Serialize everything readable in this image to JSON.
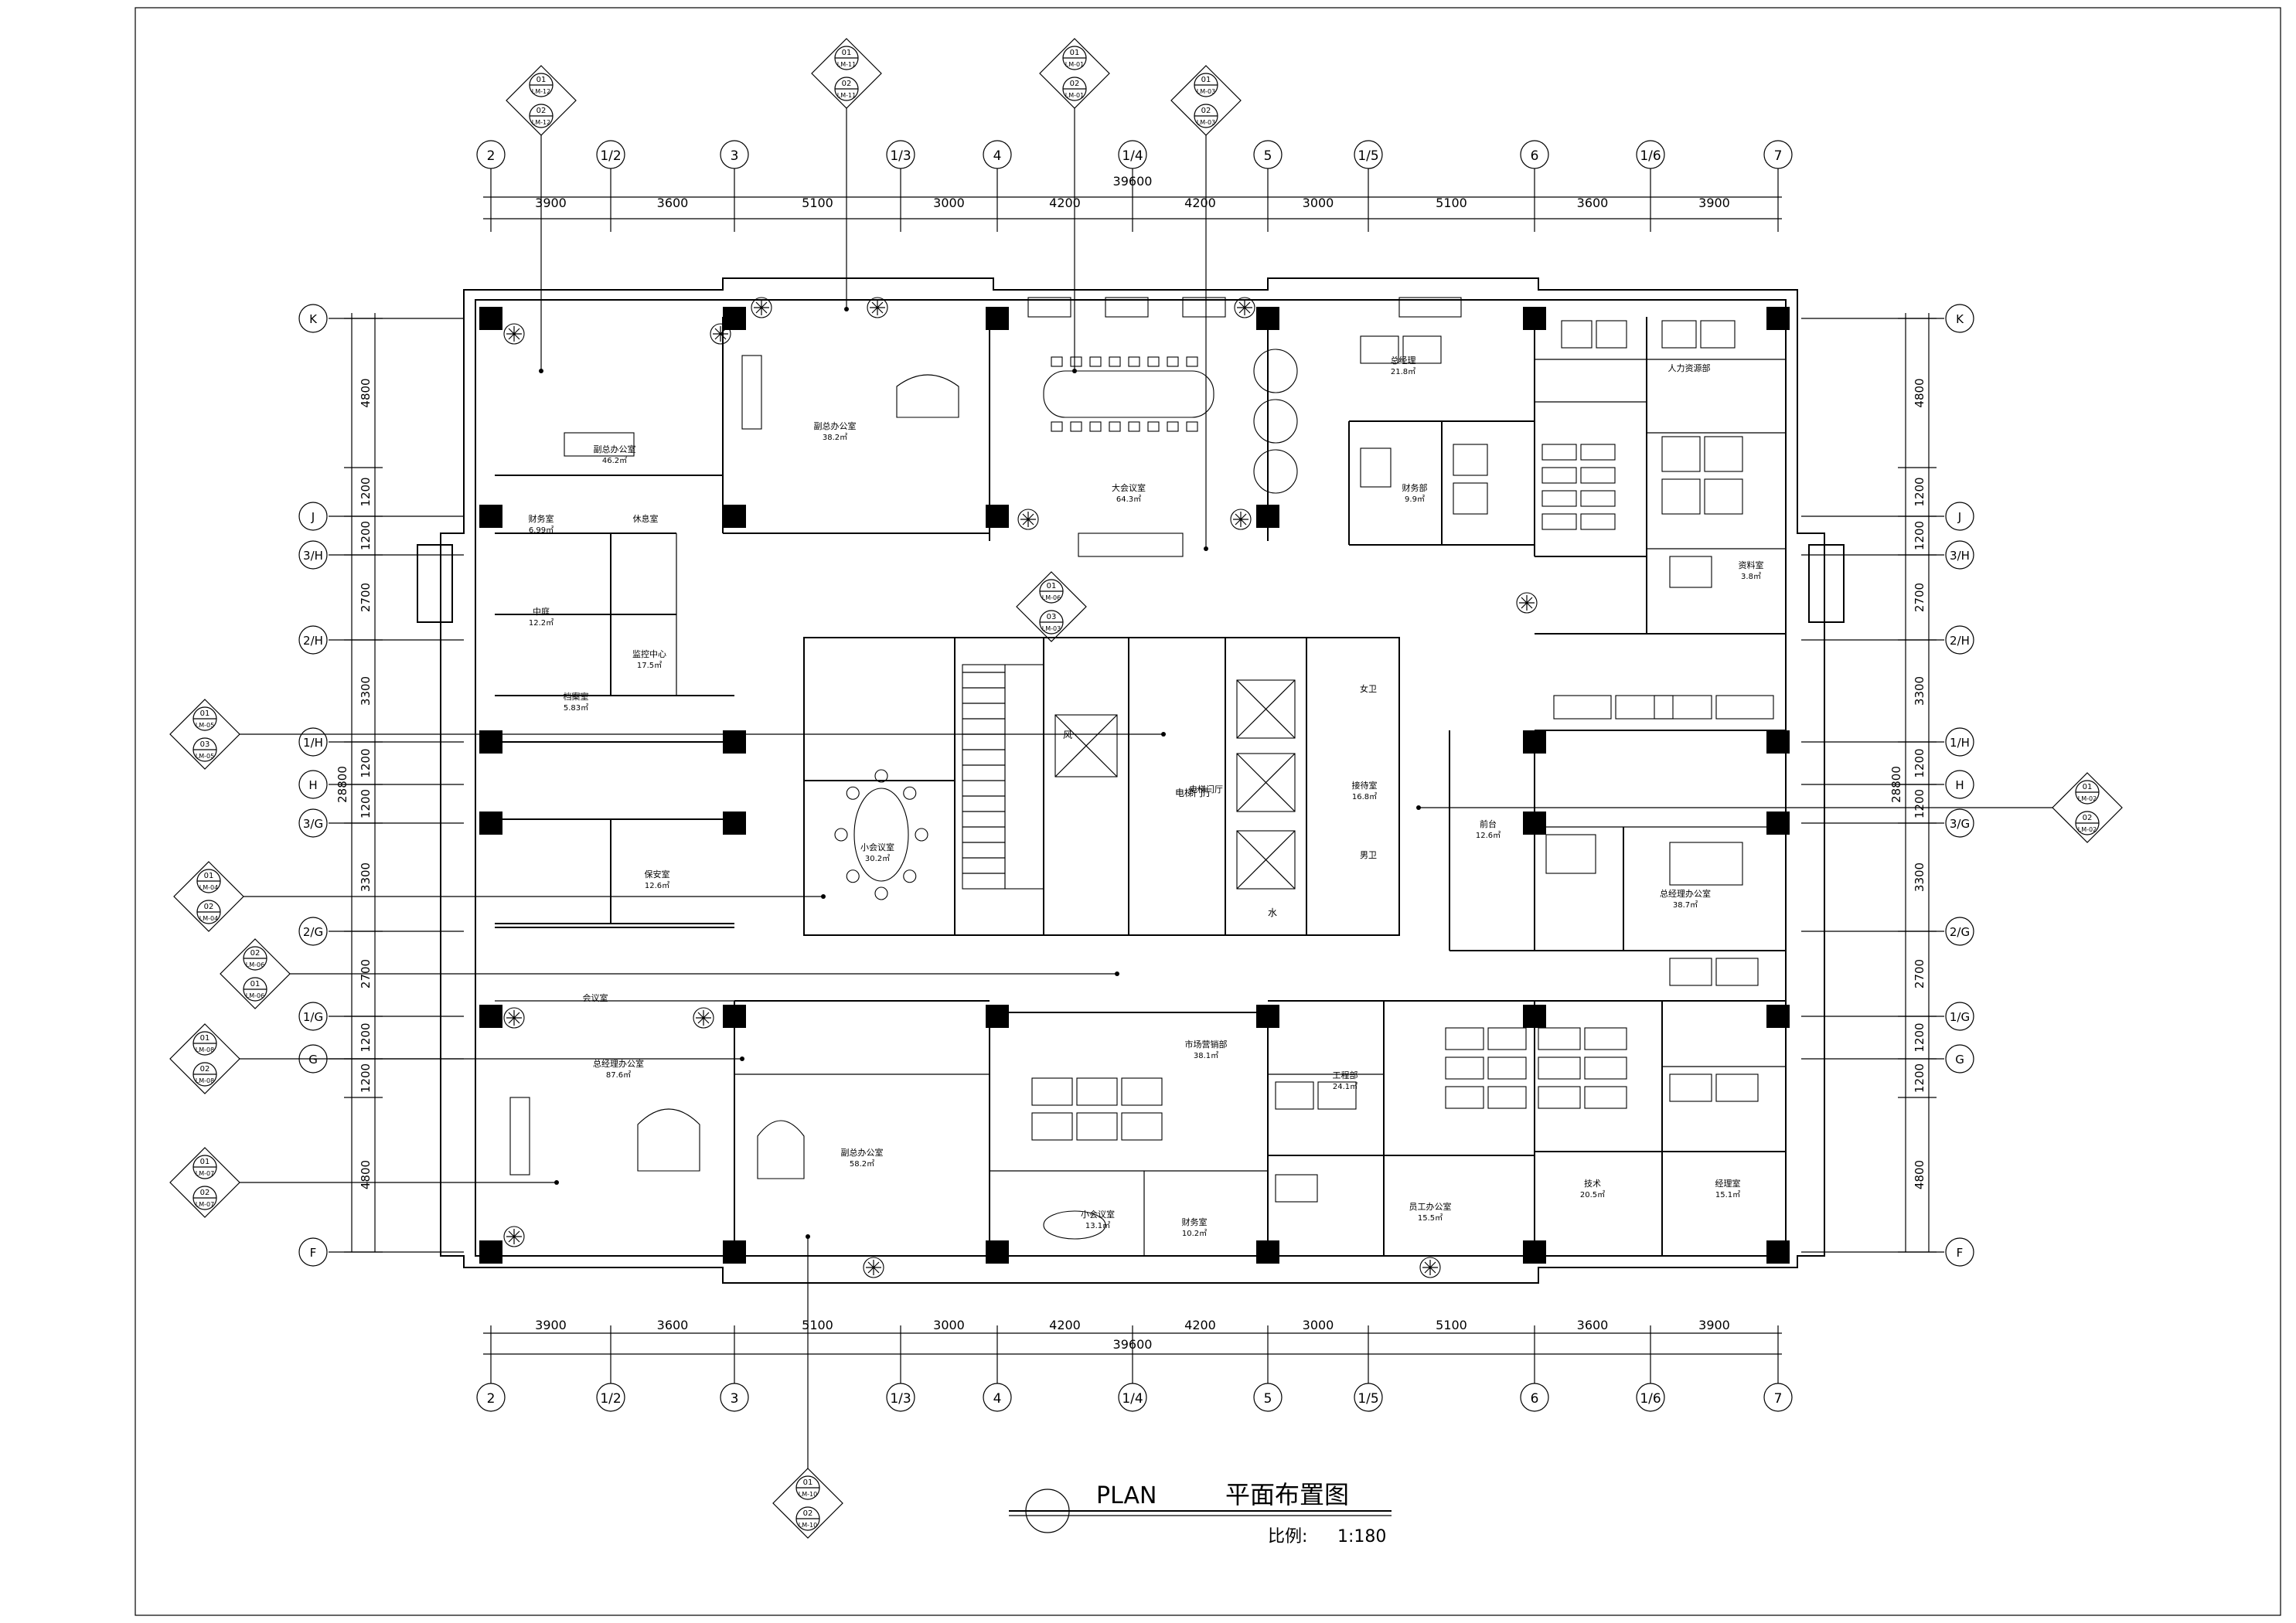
{
  "title": {
    "plan_en": "PLAN",
    "plan_cn": "平面布置图",
    "scale_label": "比例:",
    "scale_value": "1:180"
  },
  "grid": {
    "columns": [
      "2",
      "1/2",
      "3",
      "1/3",
      "4",
      "1/4",
      "5",
      "1/5",
      "6",
      "1/6",
      "7"
    ],
    "rows": [
      "K",
      "J",
      "3/H",
      "2/H",
      "1/H",
      "H",
      "3/G",
      "2/G",
      "1/G",
      "G",
      "F"
    ]
  },
  "dimensions": {
    "horizontal_spans": [
      "3900",
      "3600",
      "5100",
      "3000",
      "4200",
      "4200",
      "3000",
      "5100",
      "3600",
      "3900"
    ],
    "horizontal_total": "39600",
    "vertical_spans": [
      "4800",
      "1200",
      "1200",
      "2700",
      "3300",
      "1200",
      "1200",
      "3300",
      "2700",
      "1200",
      "1200",
      "4800"
    ],
    "vertical_total": "28800"
  },
  "rooms": [
    {
      "name": "副总办公室",
      "area": "46.2㎡"
    },
    {
      "name": "副总办公室",
      "area": "38.2㎡"
    },
    {
      "name": "大会议室",
      "area": "64.3㎡"
    },
    {
      "name": "总经理",
      "area": "21.8㎡"
    },
    {
      "name": "财务部",
      "area": "9.9㎡"
    },
    {
      "name": "财务室",
      "area": "6.99㎡"
    },
    {
      "name": "休息室",
      "area": ""
    },
    {
      "name": "中庭",
      "area": "12.2㎡"
    },
    {
      "name": "档案室",
      "area": "5.83㎡"
    },
    {
      "name": "监控中心",
      "area": "17.5㎡"
    },
    {
      "name": "保安室",
      "area": "12.6㎡"
    },
    {
      "name": "小会议室",
      "area": "30.2㎡"
    },
    {
      "name": "电梯门厅",
      "area": ""
    },
    {
      "name": "女卫",
      "area": ""
    },
    {
      "name": "男卫",
      "area": ""
    },
    {
      "name": "接待室",
      "area": "16.8㎡"
    },
    {
      "name": "前台",
      "area": "12.6㎡"
    },
    {
      "name": "人力资源部",
      "area": ""
    },
    {
      "name": "资料室",
      "area": "3.8㎡"
    },
    {
      "name": "总经理办公室",
      "area": "38.7㎡"
    },
    {
      "name": "会议室",
      "area": ""
    },
    {
      "name": "总经理办公室",
      "area": "87.6㎡"
    },
    {
      "name": "副总办公室",
      "area": "58.2㎡"
    },
    {
      "name": "市场营销部",
      "area": "38.1㎡"
    },
    {
      "name": "小会议室",
      "area": "13.1㎡"
    },
    {
      "name": "财务室",
      "area": "10.2㎡"
    },
    {
      "name": "工程部",
      "area": "24.1㎡"
    },
    {
      "name": "员工办公室",
      "area": "15.5㎡"
    },
    {
      "name": "技术",
      "area": "20.5㎡"
    },
    {
      "name": "经理室",
      "area": "15.1㎡"
    }
  ],
  "core": {
    "stair_label": "风",
    "water_label": "水",
    "elevator_hall": "电梯门厅"
  },
  "callouts": [
    {
      "top": "01",
      "left": "02",
      "right": "LM-12",
      "bottom": "LM-12"
    },
    {
      "top": "01",
      "left": "02",
      "right": "LM-11",
      "bottom": "LM-11"
    },
    {
      "top": "01",
      "left": "02",
      "right": "LM-01",
      "bottom": "LM-01"
    },
    {
      "top": "01",
      "left": "02",
      "right": "LM-03",
      "bottom": "LM-03"
    },
    {
      "top": "01",
      "left": "03",
      "right": "LM-05",
      "bottom": "LM-05"
    },
    {
      "top": "01",
      "left": "02",
      "right": "LM-04",
      "bottom": "LM-04"
    },
    {
      "top": "02",
      "left": "01",
      "right": "LM-06",
      "bottom": "LM-06"
    },
    {
      "top": "01",
      "left": "02",
      "right": "LM-08",
      "bottom": "LM-08"
    },
    {
      "top": "01",
      "left": "02",
      "right": "LM-07",
      "bottom": "LM-07"
    },
    {
      "top": "01",
      "left": "02",
      "right": "LM-10",
      "bottom": "LM-10"
    },
    {
      "top": "01",
      "left": "02",
      "right": "LM-02",
      "bottom": "LM-02"
    },
    {
      "top": "01",
      "left": "03",
      "right": "LM-06",
      "bottom": "LM-03"
    }
  ]
}
